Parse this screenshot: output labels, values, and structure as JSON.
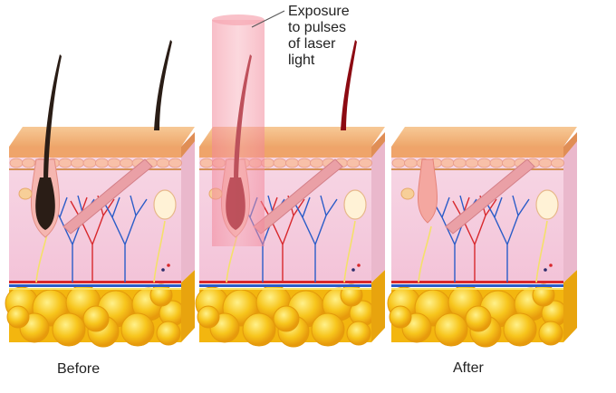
{
  "labels": {
    "before": "Before",
    "after": "After"
  },
  "callout": {
    "lines": [
      "Exposure",
      "to pulses",
      "of laser",
      "light"
    ]
  },
  "colors": {
    "skin_top": "#f2b27a",
    "dermis": "#f6cfe0",
    "fat": "#f6c313",
    "hair_normal": "#2a1d16",
    "hair_heated": "#8c0a12",
    "laser": "#f06c7c",
    "artery": "#d8282c",
    "vein": "#2a5cc8"
  }
}
